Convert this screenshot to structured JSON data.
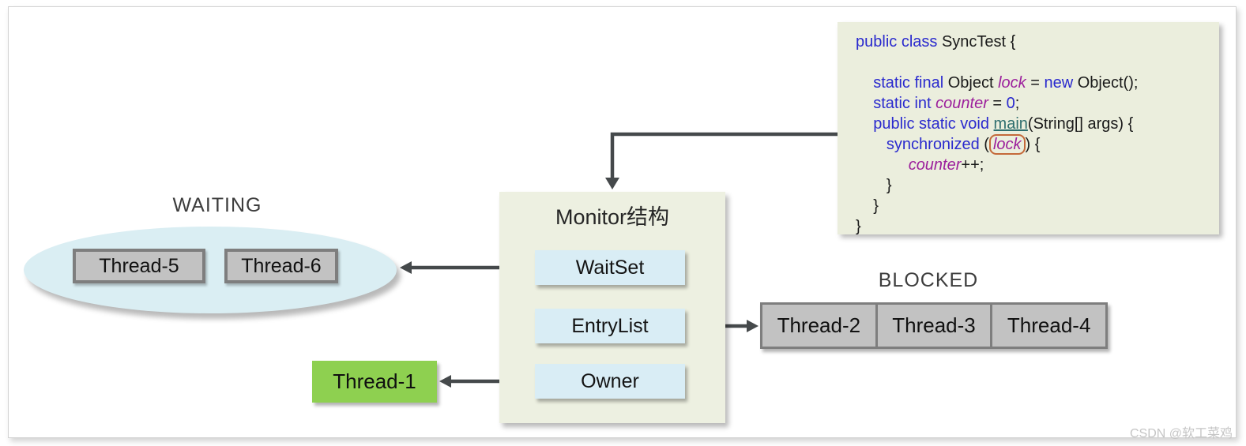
{
  "monitor": {
    "title": "Monitor结构",
    "slots": [
      "WaitSet",
      "EntryList",
      "Owner"
    ]
  },
  "waiting": {
    "label": "WAITING",
    "threads": [
      "Thread-5",
      "Thread-6"
    ]
  },
  "blocked": {
    "label": "BLOCKED",
    "threads": [
      "Thread-2",
      "Thread-3",
      "Thread-4"
    ]
  },
  "owner_thread": "Thread-1",
  "watermark": "CSDN @软工菜鸡",
  "colors": {
    "code_bg": "#ebeedd",
    "monitor_bg": "#edf0e1",
    "slot_blue": "#d9edf5",
    "ellipse_blue": "#daeef3",
    "thread_gray_fill": "#c2c2c2",
    "thread_gray_border": "#7e7e7e",
    "owner_green": "#8ed050",
    "arrow": "#45494b",
    "keyword_blue": "#2a2ace",
    "field_purple": "#9c1f9c",
    "method_teal": "#2e6e6e",
    "lock_ring_orange": "#c4693a"
  },
  "code": {
    "lines": [
      [
        {
          "t": "public class",
          "c": "kw"
        },
        {
          "t": " SyncTest {",
          "c": "pl"
        }
      ],
      [
        {
          "t": " ",
          "c": "pl"
        }
      ],
      [
        {
          "t": "    ",
          "c": "pl"
        },
        {
          "t": "static final",
          "c": "kw"
        },
        {
          "t": " Object ",
          "c": "pl"
        },
        {
          "t": "lock",
          "c": "fld"
        },
        {
          "t": " = ",
          "c": "pl"
        },
        {
          "t": "new",
          "c": "kw"
        },
        {
          "t": " Object();",
          "c": "pl"
        }
      ],
      [
        {
          "t": "    ",
          "c": "pl"
        },
        {
          "t": "static int",
          "c": "kw"
        },
        {
          "t": " ",
          "c": "pl"
        },
        {
          "t": "counter",
          "c": "fld"
        },
        {
          "t": " = ",
          "c": "pl"
        },
        {
          "t": "0",
          "c": "num"
        },
        {
          "t": ";",
          "c": "pl"
        }
      ],
      [
        {
          "t": "    ",
          "c": "pl"
        },
        {
          "t": "public static void",
          "c": "kw"
        },
        {
          "t": " ",
          "c": "pl"
        },
        {
          "t": "main",
          "c": "mth"
        },
        {
          "t": "(String[] args) {",
          "c": "pl"
        }
      ],
      [
        {
          "t": "       ",
          "c": "pl"
        },
        {
          "t": "synchronized",
          "c": "kw"
        },
        {
          "t": " (",
          "c": "pl"
        },
        {
          "t": "lock",
          "c": "lck"
        },
        {
          "t": ") {",
          "c": "pl"
        }
      ],
      [
        {
          "t": "            ",
          "c": "pl"
        },
        {
          "t": "counter",
          "c": "fld"
        },
        {
          "t": "++;",
          "c": "pl"
        }
      ],
      [
        {
          "t": "       }",
          "c": "pl"
        }
      ],
      [
        {
          "t": "    }",
          "c": "pl"
        }
      ],
      [
        {
          "t": "}",
          "c": "pl"
        }
      ]
    ]
  }
}
